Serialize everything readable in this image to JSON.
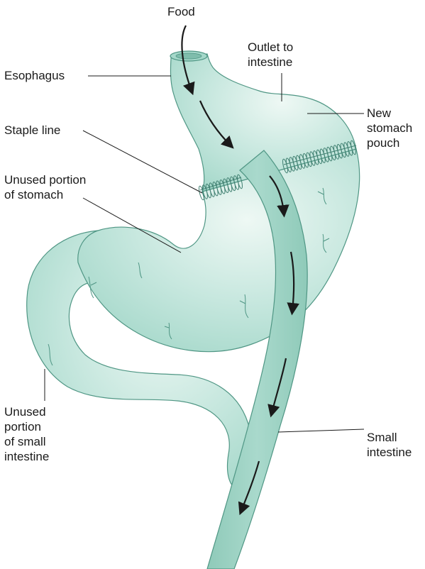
{
  "colors": {
    "tissue_fill": "#bfe3d9",
    "tissue_light": "#e6f4ef",
    "tissue_dark": "#8fcfbf",
    "tissue_outline": "#4f9684",
    "intestine_fill": "#9fd1c3",
    "staple": "#3f7f70",
    "arrow": "#1a1a1a",
    "leader": "#1a1a1a"
  },
  "icons": {
    "flow_arrow": "arrow-icon"
  },
  "labels": {
    "food": "Food",
    "esophagus": "Esophagus",
    "outlet_line1": "Outlet to",
    "outlet_line2": "intestine",
    "new_pouch_line1": "New",
    "new_pouch_line2": "stomach",
    "new_pouch_line3": "pouch",
    "staple_line": "Staple line",
    "unused_stomach_line1": "Unused portion",
    "unused_stomach_line2": "of stomach",
    "unused_small_line1": "Unused",
    "unused_small_line2": "portion",
    "unused_small_line3": "of small",
    "unused_small_line4": "intestine",
    "small_intestine_line1": "Small",
    "small_intestine_line2": "intestine"
  }
}
